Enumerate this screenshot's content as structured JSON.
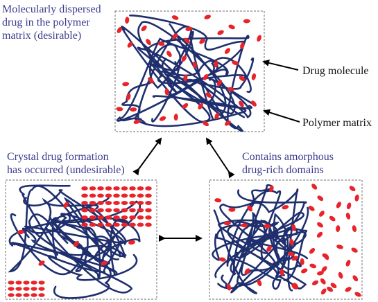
{
  "labels": {
    "top_caption_line1": "Molecularly dispersed",
    "top_caption_line2": "drug in the polymer",
    "top_caption_line3": "matrix (desirable)",
    "drug_molecule": "Drug molecule",
    "polymer_matrix": "Polymer matrix",
    "left_caption_line1": "Crystal drug formation",
    "left_caption_line2": "has occurred (undesirable)",
    "right_caption_line1": "Contains amorphous",
    "right_caption_line2": "drug-rich domains"
  },
  "colors": {
    "drug": "#e8242a",
    "polymer": "#1f2f6e",
    "caption": "#3b3b8f",
    "box_border": "#888888",
    "arrow": "#000000"
  }
}
